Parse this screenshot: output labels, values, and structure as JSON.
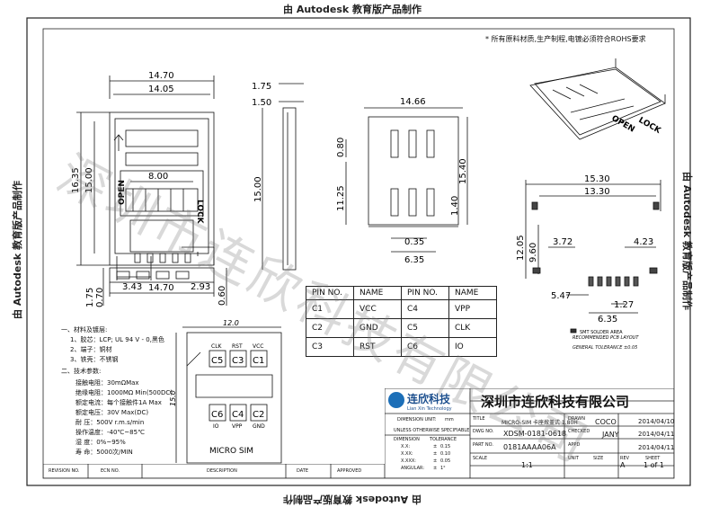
{
  "watermark": {
    "edge": "由 Autodesk 教育版产品制作",
    "big": "深圳市连欣科技有限公司"
  },
  "top_note": "* 所有原料材质,生产制程,电镀必须符合ROHS要求",
  "dims": {
    "left": {
      "w1": "14.70",
      "w2": "14.05",
      "h1": "16.35",
      "h2": "15.00",
      "pitch": "8.00",
      "d1": "3.43",
      "d2": "2.93",
      "label_open": "OPEN",
      "label_lock": "LOCK"
    },
    "bottom_view": {
      "w": "14.70",
      "h1": "1.75",
      "h2": "0.70",
      "t": "0.60"
    },
    "side_view": {
      "a": "1.75",
      "b": "1.50",
      "c": "15.00"
    },
    "middle": {
      "w": "14.66",
      "h": "15.40",
      "a": "0.80",
      "b": "11.25",
      "c": "1.40",
      "d": "0.35",
      "e": "6.35"
    },
    "pcb": {
      "w1": "15.30",
      "w2": "13.30",
      "h1": "12.05",
      "h2": "9.60",
      "a": "3.72",
      "b": "4.23",
      "c": "5.47",
      "d": "1.27",
      "e": "6.35",
      "legend1": "SMT SOLDER AREA",
      "legend2": "RECOMMENDED PCB LAYOUT",
      "legend3": "GENERAL TOLERANCE ±0.05"
    },
    "iso": {
      "label_open": "OPEN",
      "label_lock": "LOCK"
    },
    "card": {
      "w": "12.0",
      "h": "15.0",
      "title": "MICRO SIM"
    }
  },
  "pin_table": {
    "headers": [
      "PIN NO.",
      "NAME",
      "PIN NO.",
      "NAME"
    ],
    "rows": [
      [
        "C1",
        "VCC",
        "C4",
        "VPP"
      ],
      [
        "C2",
        "GND",
        "C5",
        "CLK"
      ],
      [
        "C3",
        "RST",
        "C6",
        "IO"
      ]
    ]
  },
  "card_pins": {
    "top": [
      {
        "name": "CLK",
        "pin": "C5"
      },
      {
        "name": "RST",
        "pin": "C3"
      },
      {
        "name": "VCC",
        "pin": "C1"
      }
    ],
    "bottom": [
      {
        "name": "IO",
        "pin": "C6"
      },
      {
        "name": "VPP",
        "pin": "C4"
      },
      {
        "name": "GND",
        "pin": "C2"
      }
    ]
  },
  "spec": {
    "h1": "一、材料及镀层:",
    "m1": "1、胶芯：LCP; UL 94 V - 0,黑色",
    "m2": "2、端子：铜材",
    "m3": "3、铁壳：不锈钢",
    "h2": "二、技术参数:",
    "s1": "接触电阻：30mΩMax",
    "s2": "绝缘电阻：1000MΩ Min(500DC)",
    "s3": "额定电流：每个接触件1A Max",
    "s4": "额定电压：30V Max(DC)",
    "s5": "耐  压：500V r.m.s/min",
    "s6": "操作温度：-40℃~85℃",
    "s7": "湿  度：0%~95%",
    "s8": "寿  命：5000次/MIN"
  },
  "title_block": {
    "logo_cn": "连欣科技",
    "logo_en": "Lian Xin Technology",
    "company": "深圳市连欣科技有限公司",
    "dim_unit": "DIMENSION UNIT:",
    "unit": "mm",
    "unless": "UNLESS OTHERWISE SPECIFIABLE",
    "dimension": "DIMENSION",
    "tolerance": "TOLERANCE",
    "tol_rows": [
      [
        "X.X:",
        "±",
        "0.15"
      ],
      [
        "X.XX:",
        "±",
        "0.10"
      ],
      [
        "X.XXX:",
        "±",
        "0.05"
      ],
      [
        "ANGULAR:",
        "±",
        "1°"
      ]
    ],
    "desc": "MICRO-SIM 卡座掀盖式 1.80H",
    "part": "XDSM-0181-0618",
    "drawing": "0181AAAA06A",
    "drawn": "COCO",
    "drawn_date": "2014/04/10",
    "checked": "JANY",
    "checked_date": "2014/04/11",
    "approved_date": "2014/04/11",
    "scale": "1:1",
    "sheet_rev": "A",
    "sheet": "1 of 1",
    "lbl_title": "TITLE",
    "lbl_drawn": "DRAWN",
    "lbl_dwg": "DWG NO.",
    "lbl_chk": "CHECKED",
    "lbl_appd": "APPD",
    "lbl_part": "PART NO.",
    "lbl_scale": "SCALE",
    "lbl_unit": "UNIT",
    "lbl_size": "SIZE",
    "lbl_rev": "REV",
    "lbl_sheet": "SHEET"
  },
  "revision": {
    "headers": [
      "REVISION NO.",
      "ECN NO.",
      "DESCRIPTION",
      "DATE",
      "APPROVED"
    ]
  }
}
